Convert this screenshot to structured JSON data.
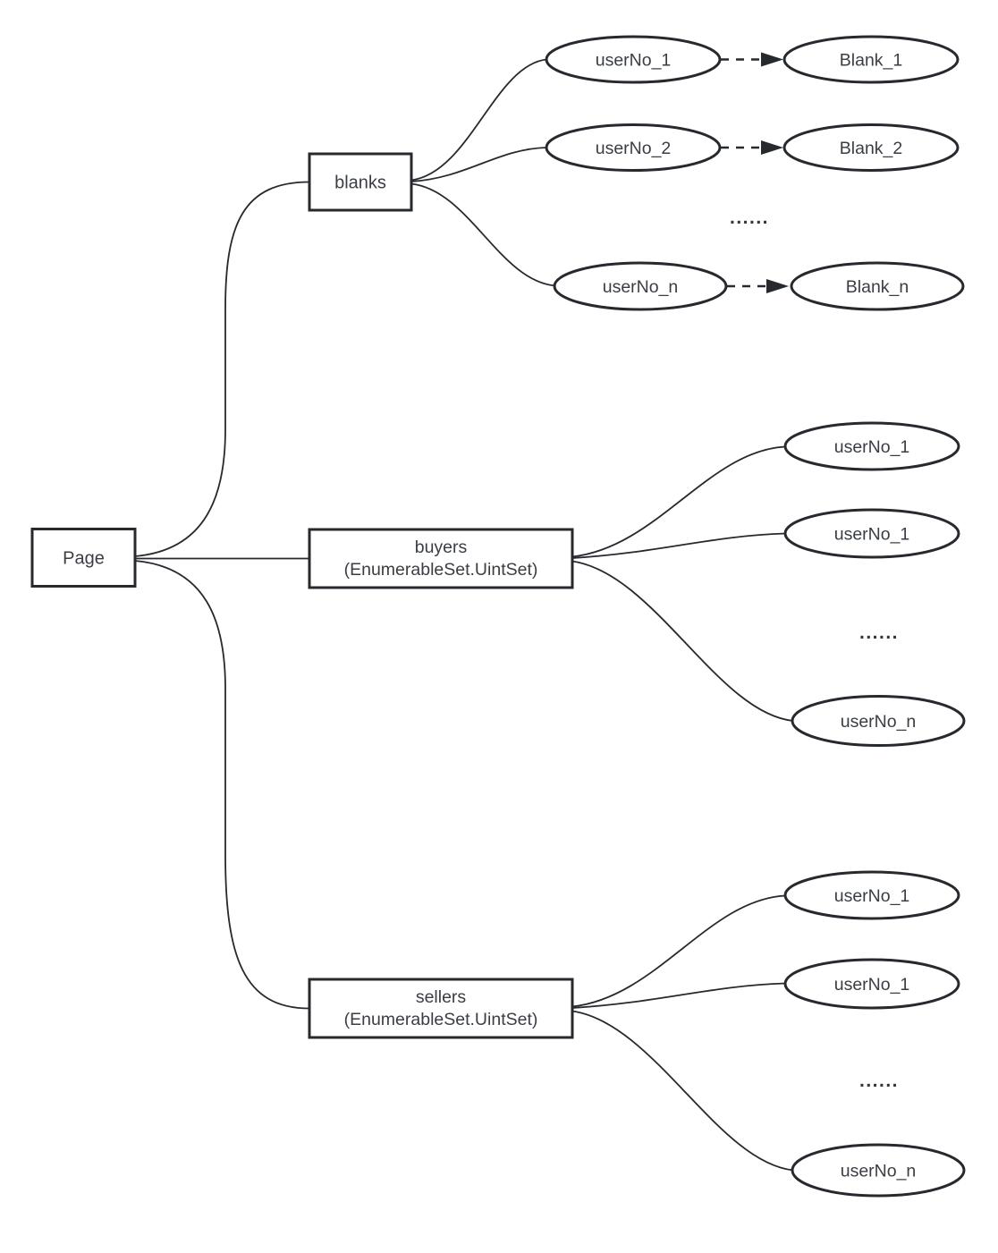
{
  "diagram": {
    "background": "#ffffff",
    "stroke_color": "#26292e",
    "text_color": "#3a3e44",
    "root": {
      "label": "Page"
    },
    "branches": [
      {
        "label": "blanks",
        "ellipsis": "......",
        "rows": [
          {
            "source": "userNo_1",
            "target": "Blank_1"
          },
          {
            "source": "userNo_2",
            "target": "Blank_2"
          },
          {
            "source": "userNo_n",
            "target": "Blank_n"
          }
        ]
      },
      {
        "label": "buyers",
        "sublabel": "(EnumerableSet.UintSet)",
        "ellipsis": "......",
        "rows": [
          {
            "source": "userNo_1"
          },
          {
            "source": "userNo_1"
          },
          {
            "source": "userNo_n"
          }
        ]
      },
      {
        "label": "sellers",
        "sublabel": "(EnumerableSet.UintSet)",
        "ellipsis": "......",
        "rows": [
          {
            "source": "userNo_1"
          },
          {
            "source": "userNo_1"
          },
          {
            "source": "userNo_n"
          }
        ]
      }
    ]
  }
}
